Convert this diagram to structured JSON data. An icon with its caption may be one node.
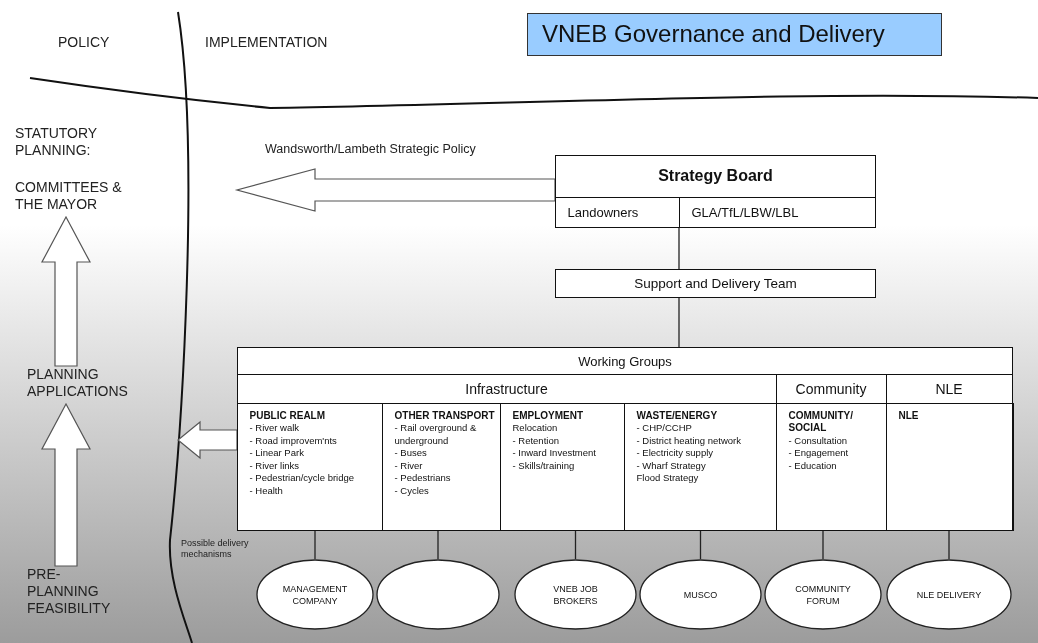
{
  "diagram": {
    "title": "VNEB Governance and Delivery",
    "nodes": [
      {
        "text": [
          "STATUTORY PLANNING:",
          "COMMITTEES & THE MAYOR"
        ]
      },
      {
        "text": [
          "PLANNING APPLICATIONS"
        ]
      },
      {
        "text": [
          "PRE- PLANNING FEASIBILITY"
        ]
      },
      {
        "text": [
          "Strategy Board"
        ]
      },
      {
        "text": [
          "Landowners"
        ],
        "in": 3
      },
      {
        "text": [
          "GLA/TfL/LBW/LBL"
        ],
        "in": 3
      },
      {
        "text": [
          "Support and Delivery Team"
        ]
      },
      {
        "text": [
          "Working Groups"
        ]
      },
      {
        "text": [
          "Infrastructure"
        ],
        "in": 7
      },
      {
        "text": [
          "Community"
        ],
        "in": 7
      },
      {
        "text": [
          "NLE"
        ],
        "in": 7
      },
      {
        "text": [
          "PUBLIC REALM",
          "- River walk",
          "- Road improvem'nts",
          "- Linear Park",
          "- River links",
          "- Pedestrian/cycle bridge",
          "- Health"
        ],
        "in": 7
      },
      {
        "text": [
          "OTHER TRANSPORT",
          "- Rail overground & underground",
          "- Buses",
          "- River",
          "- Pedestrians",
          "- Cycles"
        ],
        "in": 7
      },
      {
        "text": [
          "EMPLOYMENT",
          "Relocation",
          "- Retention",
          "- Inward Investment",
          "- Skills/training"
        ],
        "in": 7
      },
      {
        "text": [
          "WASTE/ENERGY",
          "- CHP/CCHP",
          "- District heating network",
          "- Electricity supply",
          "- Wharf Strategy",
          "Flood Strategy"
        ],
        "in": 7
      },
      {
        "text": [
          "COMMUNITY/ SOCIAL",
          "- Consultation",
          "- Engagement",
          "- Education"
        ],
        "in": 7
      },
      {
        "text": [
          "NLE"
        ],
        "in": 7
      },
      {
        "text": [
          "MANAGEMENT COMPANY"
        ]
      },
      {
        "text": [],
        "shape": "ellipse"
      },
      {
        "text": [
          "VNEB JOB BROKERS"
        ]
      },
      {
        "text": [
          "MUSCO"
        ]
      },
      {
        "text": [
          "COMMUNITY FORUM"
        ]
      },
      {
        "text": [
          "NLE DELIVERY"
        ]
      }
    ],
    "edges": [
      {
        "from": 3,
        "to": 0,
        "arrow": "to",
        "label": "Wandsworth/Lambeth Strategic Policy"
      },
      {
        "from": 1,
        "to": 0,
        "arrow": "to"
      },
      {
        "from": 2,
        "to": 1,
        "arrow": "to"
      },
      {
        "from": 7,
        "to": null,
        "arrow": "to"
      },
      {
        "from": 5,
        "to": 6,
        "arrow": "none"
      },
      {
        "from": 6,
        "to": 7,
        "arrow": "none"
      },
      {
        "from": 11,
        "to": 17,
        "arrow": "none"
      },
      {
        "from": 12,
        "to": 18,
        "arrow": "none"
      },
      {
        "from": 13,
        "to": 19,
        "arrow": "none"
      },
      {
        "from": 14,
        "to": 20,
        "arrow": "none"
      },
      {
        "from": 15,
        "to": 21,
        "arrow": "none"
      },
      {
        "from": 16,
        "to": 22,
        "arrow": "none"
      }
    ],
    "labels": [
      "POLICY",
      "IMPLEMENTATION",
      "Possible delivery mechanisms"
    ]
  }
}
